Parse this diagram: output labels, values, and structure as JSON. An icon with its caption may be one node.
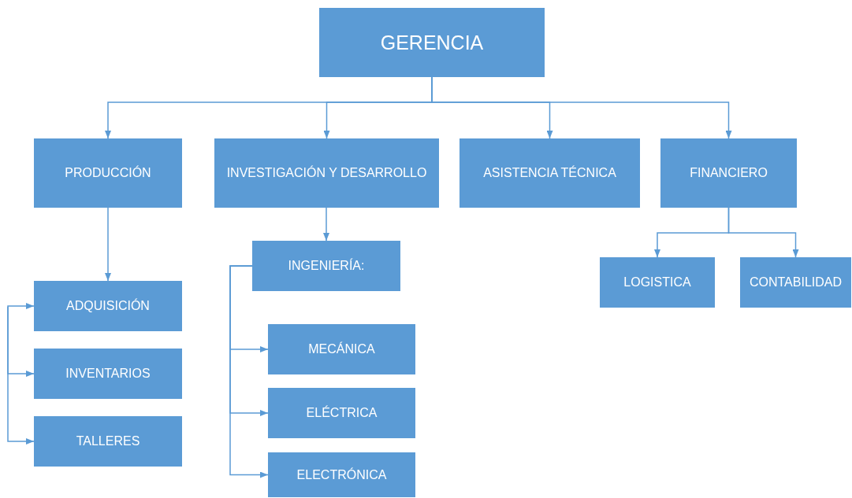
{
  "diagram": {
    "nodes": [
      {
        "text": [
          "GERENCIA"
        ]
      },
      {
        "text": [
          "PRODUCCIÓN"
        ]
      },
      {
        "text": [
          "INVESTIGACIÓN Y DESARROLLO"
        ]
      },
      {
        "text": [
          "ASISTENCIA TÉCNICA"
        ]
      },
      {
        "text": [
          "FINANCIERO"
        ]
      },
      {
        "text": [
          "ADQUISICIÓN"
        ]
      },
      {
        "text": [
          "INVENTARIOS"
        ]
      },
      {
        "text": [
          "TALLERES"
        ]
      },
      {
        "text": [
          "INGENIERÍA:"
        ]
      },
      {
        "text": [
          "MECÁNICA"
        ]
      },
      {
        "text": [
          "ELÉCTRICA"
        ]
      },
      {
        "text": [
          "ELECTRÓNICA"
        ]
      },
      {
        "text": [
          "LOGISTICA"
        ]
      },
      {
        "text": [
          "CONTABILIDAD"
        ]
      }
    ],
    "edges": [
      {
        "from": 0,
        "to": 1,
        "arrow": "to"
      },
      {
        "from": 0,
        "to": 2,
        "arrow": "to"
      },
      {
        "from": 0,
        "to": 3,
        "arrow": "to"
      },
      {
        "from": 0,
        "to": 4,
        "arrow": "to"
      },
      {
        "from": 1,
        "to": 5,
        "arrow": "to"
      },
      {
        "from": 2,
        "to": 8,
        "arrow": "to"
      },
      {
        "from": 4,
        "to": 12,
        "arrow": "to"
      },
      {
        "from": 4,
        "to": 13,
        "arrow": "to"
      },
      {
        "from": 8,
        "to": 9,
        "arrow": "to"
      },
      {
        "from": 8,
        "to": 10,
        "arrow": "to"
      },
      {
        "from": 8,
        "to": 11,
        "arrow": "to"
      },
      {
        "from": null,
        "to": 5,
        "arrow": "to"
      },
      {
        "from": null,
        "to": 6,
        "arrow": "to"
      },
      {
        "from": null,
        "to": 7,
        "arrow": "to"
      }
    ]
  }
}
